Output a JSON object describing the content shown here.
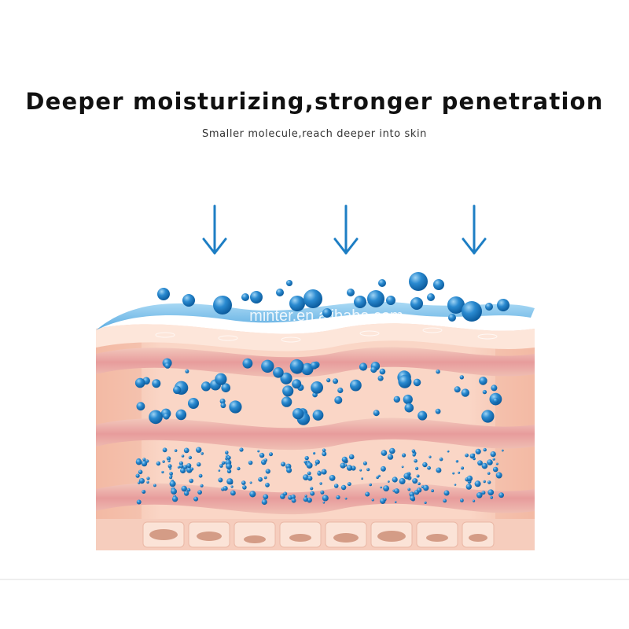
{
  "headline": "Deeper moisturizing,stronger penetration",
  "subtitle": "Smaller molecule,reach deeper into skin",
  "watermark": "minter.en.alibaba.com",
  "colors": {
    "molecule": "#1d7ec4",
    "arrow": "#1d7ec4",
    "water_film": "#5cb4e8",
    "skin_light": "#fbe0d3",
    "skin_mid": "#f5c6b1",
    "skin_band": "#e9a3a1",
    "cell": "#d49c86"
  },
  "icons": [
    "down-arrow-icon",
    "down-arrow-icon",
    "down-arrow-icon"
  ]
}
